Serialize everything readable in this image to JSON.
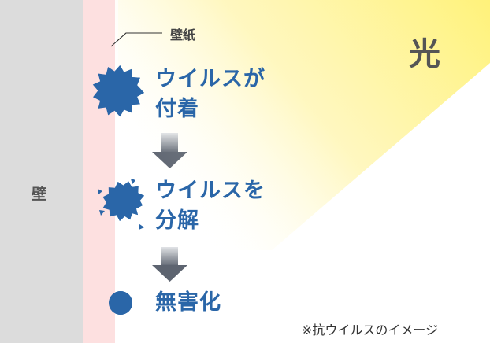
{
  "labels": {
    "wall": "壁",
    "wallpaper": "壁紙",
    "light": "光"
  },
  "steps": [
    {
      "line1": "ウイルスが",
      "line2": "付着"
    },
    {
      "line1": "ウイルスを",
      "line2": "分解"
    },
    {
      "line1": "無害化",
      "line2": ""
    }
  ],
  "note": "※抗ウイルスのイメージ",
  "colors": {
    "virus": "#2a66a8",
    "light": "#fff27a",
    "wall": "#dcdcdc",
    "wallpaper": "#fde0e0",
    "arrow": "#6d7480"
  },
  "icons": {
    "virus_intact": "spiky-virus-icon",
    "virus_breaking": "breaking-virus-icon",
    "virus_harmless": "neutralized-dot-icon",
    "arrow": "down-arrow-icon"
  }
}
